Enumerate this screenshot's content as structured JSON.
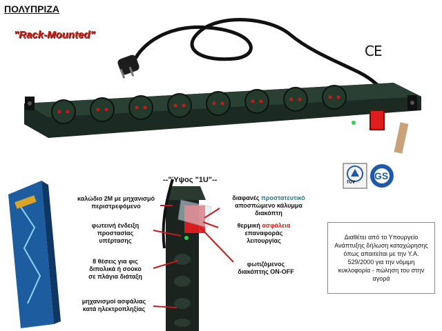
{
  "header": {
    "title": "ΠΟΛΥΠΡΙΖΑ",
    "subtitle": "\"Rack-Mounted\""
  },
  "marks": {
    "ce": "CE",
    "tuv": "TÜV",
    "gs": "GS"
  },
  "diagram": {
    "height_label": "--\"Ύψος \"1U\"--",
    "left_notes": [
      "καλώδιο 2M με μηχανισμό\nπεριστρεφόμενο",
      "φωτεινή ένδειξη\nπροστασίας\nυπέρτασης",
      "8 θέσεις για φις\nδιπολικά ή σούκο\nσε πλάγια διάταξη",
      "μηχανισμοί ασφάλιας\nκατά ηλεκτροπληξίας"
    ],
    "right_notes": {
      "cover_prefix": "διαφανές ",
      "cover_colored": "προστατευτικό",
      "cover_suffix": "\nαποσπώμενο κάλυμμα\nδιακόπτη",
      "fuse_prefix": "θερμική ",
      "fuse_colored": "ασφάλεια",
      "fuse_suffix": "\nεπαναφοράς\nλειτουργίας",
      "switch": "φωτιζόμενος\nδιακόπτης ON-OFF"
    }
  },
  "info": {
    "text": "Διαθέτει από το Υπουργείο Ανάπτυξης δήλωση καταχώρησης όπως απαιτείται με την Υ.Α. 529/2000 για την νόμιμη κυκλοφορία - πώληση του στην αγορά"
  },
  "colors": {
    "title_red": "#c8281e",
    "strip_body": "#1b2a22",
    "socket": "#243a2c",
    "switch": "#e01c1c",
    "annotation_red": "#d01e1e",
    "annotation_teal": "#1e7a8a"
  }
}
